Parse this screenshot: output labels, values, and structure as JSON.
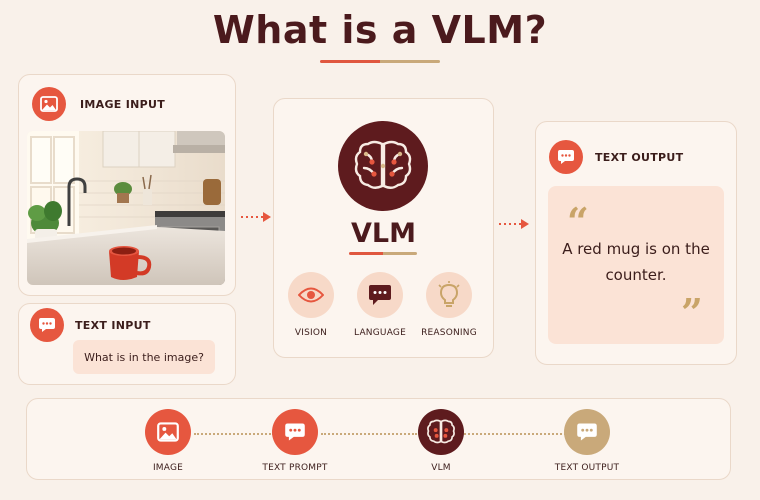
{
  "title": "What is a VLM?",
  "colors": {
    "accent": "#e6573f",
    "dark": "#4b1a1d",
    "gold": "#c9a97a",
    "background": "#f9f1ea"
  },
  "image_input": {
    "label": "IMAGE INPUT",
    "icon": "image-icon",
    "photo_description_icon": "kitchen-photo"
  },
  "text_input": {
    "label": "TEXT INPUT",
    "icon": "chat-bubble-icon",
    "prompt": "What is in the image?"
  },
  "vlm": {
    "label": "VLM",
    "icon": "brain-icon",
    "capabilities": [
      {
        "label": "VISION",
        "icon": "eye-icon"
      },
      {
        "label": "LANGUAGE",
        "icon": "chat-bubble-icon"
      },
      {
        "label": "REASONING",
        "icon": "lightbulb-icon"
      }
    ]
  },
  "text_output": {
    "label": "TEXT OUTPUT",
    "icon": "chat-bubble-icon",
    "response": "A red mug is on the counter."
  },
  "flow": [
    {
      "label": "IMAGE",
      "icon": "image-icon"
    },
    {
      "label": "TEXT PROMPT",
      "icon": "chat-bubble-icon"
    },
    {
      "label": "VLM",
      "icon": "brain-icon"
    },
    {
      "label": "TEXT OUTPUT",
      "icon": "chat-bubble-icon"
    }
  ]
}
